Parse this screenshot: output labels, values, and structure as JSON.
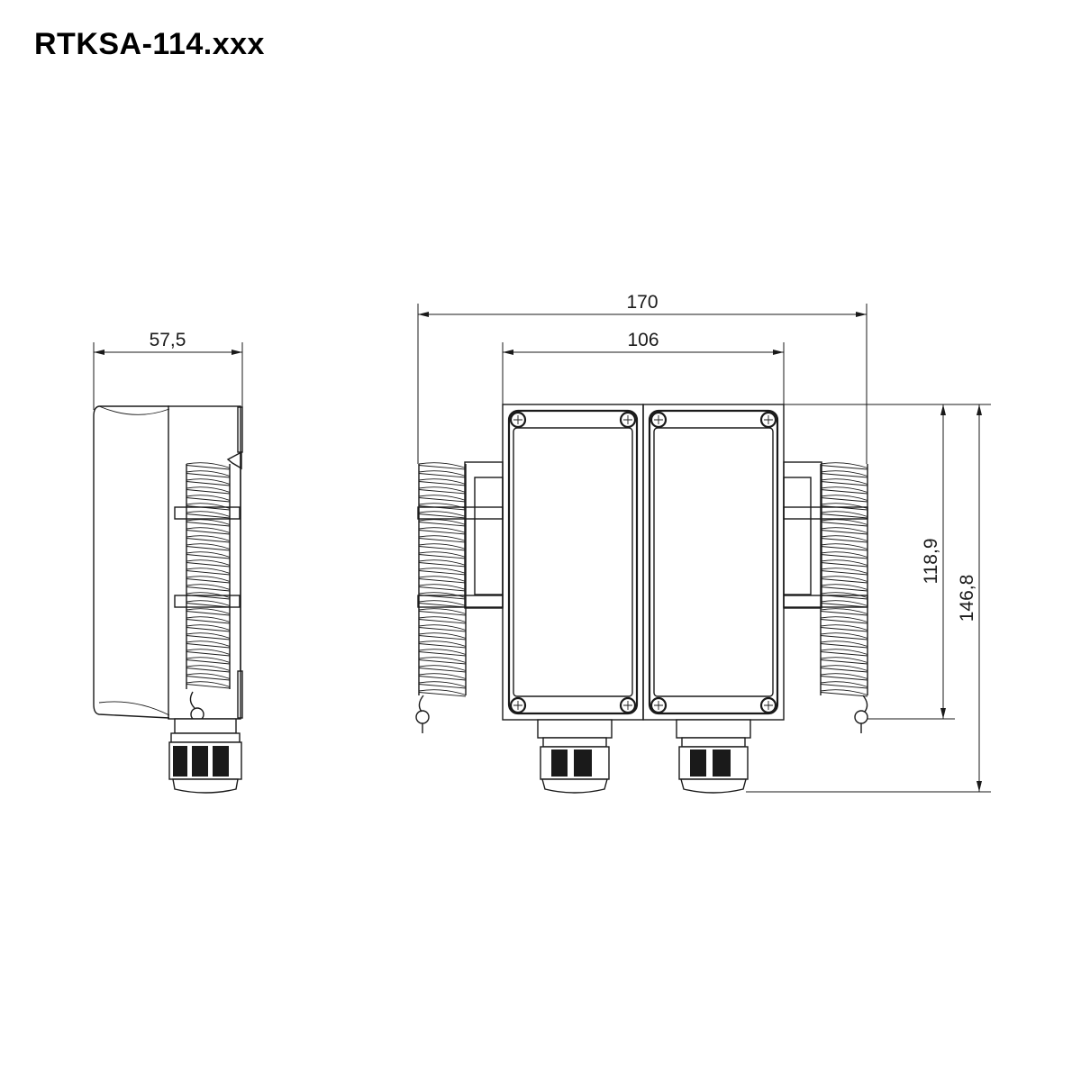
{
  "title": "RTKSA-114.xxx",
  "dimensions": {
    "side_depth": "57,5",
    "overall_width": "170",
    "enclosure_width": "106",
    "enclosure_height": "118,9",
    "overall_height": "146,8"
  }
}
